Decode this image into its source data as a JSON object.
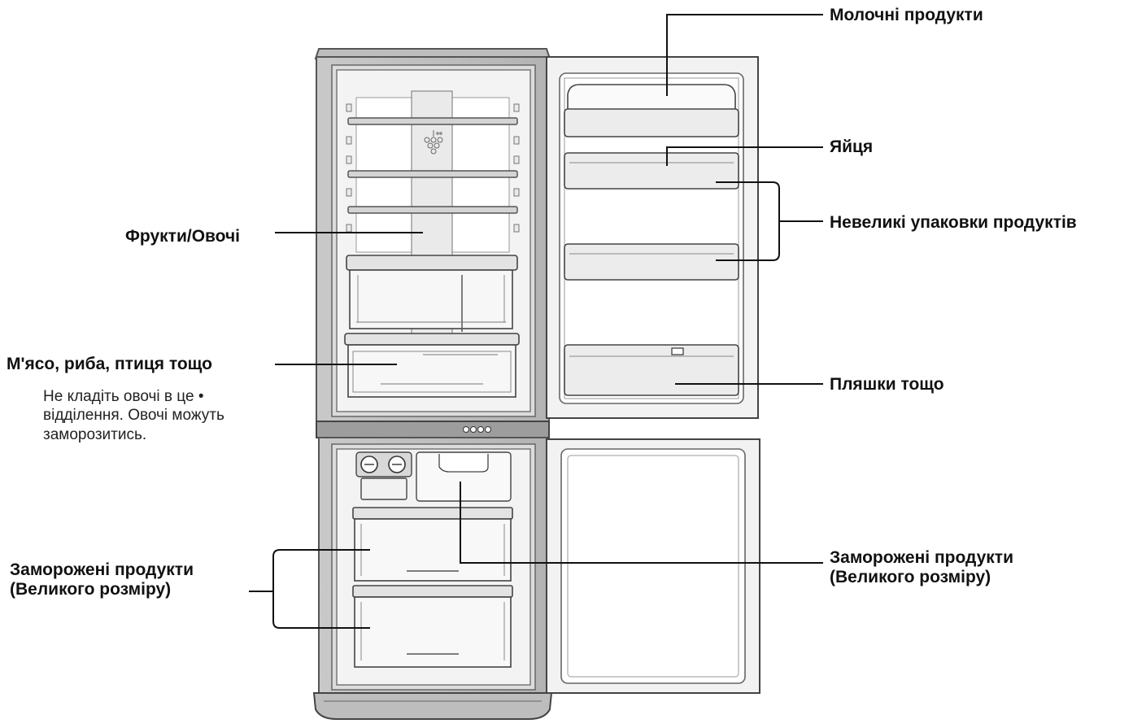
{
  "labels": {
    "dairy": "Молочні продукти",
    "eggs": "Яйця",
    "small_packages": "Невеликі упаковки продуктів",
    "bottles": "Пляшки тощо",
    "fruit_veg": "Фрукти/Овочі",
    "meat_fish": "М'ясо, риба, птиця тощо",
    "meat_note_line1": "Не кладіть овочі в це •",
    "meat_note_line2": "відділення. Овочі можуть",
    "meat_note_line3": "заморозитись.",
    "frozen_left_line1": "Заморожені продукти",
    "frozen_left_line2": "(Великого розміру)",
    "frozen_right_line1": "Заморожені продукти",
    "frozen_right_line2": "(Великого розміру)"
  },
  "colors": {
    "line": "#111111",
    "frame": "#6e6e6e",
    "frame_fill": "#bdbdbd",
    "inner_fill": "#e6e6e6",
    "white": "#ffffff"
  },
  "icons": {
    "grape": "grape-icon",
    "panel_buttons": "control-panel-dots"
  }
}
